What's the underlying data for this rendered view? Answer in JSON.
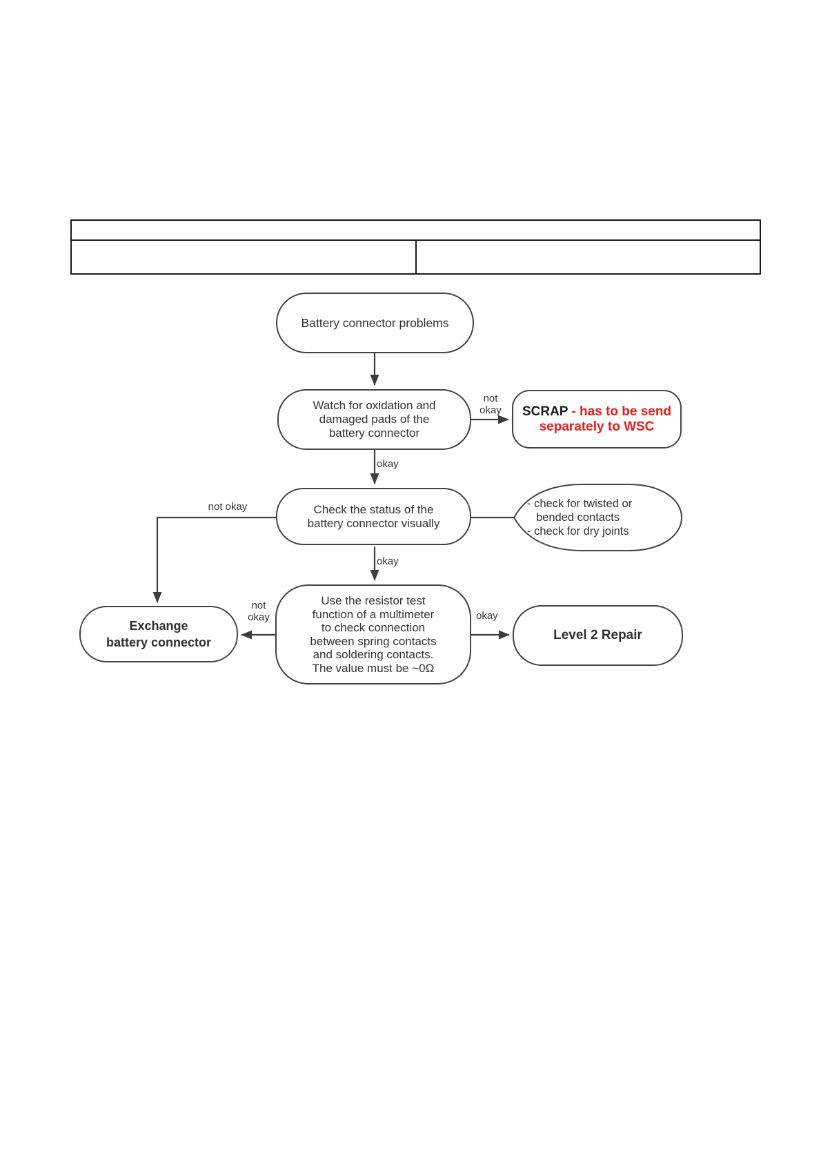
{
  "colors": {
    "node_stroke": "#444444",
    "node_text": "#333333",
    "scrap_red": "#ed1c1c",
    "table_border": "#1a1a1a",
    "background": "#ffffff"
  },
  "table": {
    "header_row": "",
    "cell_left": "",
    "cell_right": ""
  },
  "flowchart": {
    "nodes": {
      "start": {
        "label": "Battery connector problems"
      },
      "watch": {
        "lines": [
          "Watch for oxidation and",
          "damaged pads of the",
          "battery connector"
        ]
      },
      "scrap": {
        "title": "SCRAP",
        "line1_rest": " - has to be send",
        "line2": "separately to WSC"
      },
      "check": {
        "lines": [
          "Check the status of the",
          "battery connector visually"
        ]
      },
      "hints": {
        "lines": [
          "- check for twisted or",
          "bended contacts",
          "- check for dry joints"
        ]
      },
      "exchange": {
        "lines": [
          "Exchange",
          "battery connector"
        ]
      },
      "resistor": {
        "lines": [
          "Use the resistor test",
          "function of a multimeter",
          "to check connection",
          "between spring contacts",
          "and soldering contacts.",
          "The value must be ~0Ω"
        ]
      },
      "level2": {
        "label": "Level 2 Repair"
      }
    },
    "edge_labels": {
      "watch_scrap": [
        "not",
        "okay"
      ],
      "watch_check": "okay",
      "check_exchange": "not okay",
      "check_resistor": "okay",
      "resistor_exchange": [
        "not",
        "okay"
      ],
      "resistor_level2": "okay"
    }
  }
}
